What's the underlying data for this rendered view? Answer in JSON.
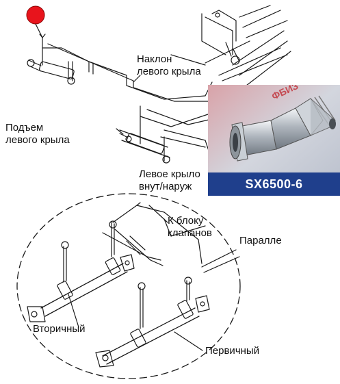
{
  "labels": {
    "tilt_left_wing": [
      "Наклон",
      "левого крыла"
    ],
    "lift_left_wing": [
      "Подъем",
      "левого крыла"
    ],
    "left_wing_in_out": [
      "Левое крыло",
      "внут/наруж"
    ],
    "to_valve_block": [
      "К блоку",
      "клапанов"
    ],
    "parallel": "Паралле",
    "secondary": "Вторичный",
    "primary": "Первичный"
  },
  "photo": {
    "caption": "SX6500-6",
    "caption_color": "#1f3f8c",
    "stamp_text": "ФБИЗ"
  },
  "marker": {
    "color": "#e8141c"
  }
}
